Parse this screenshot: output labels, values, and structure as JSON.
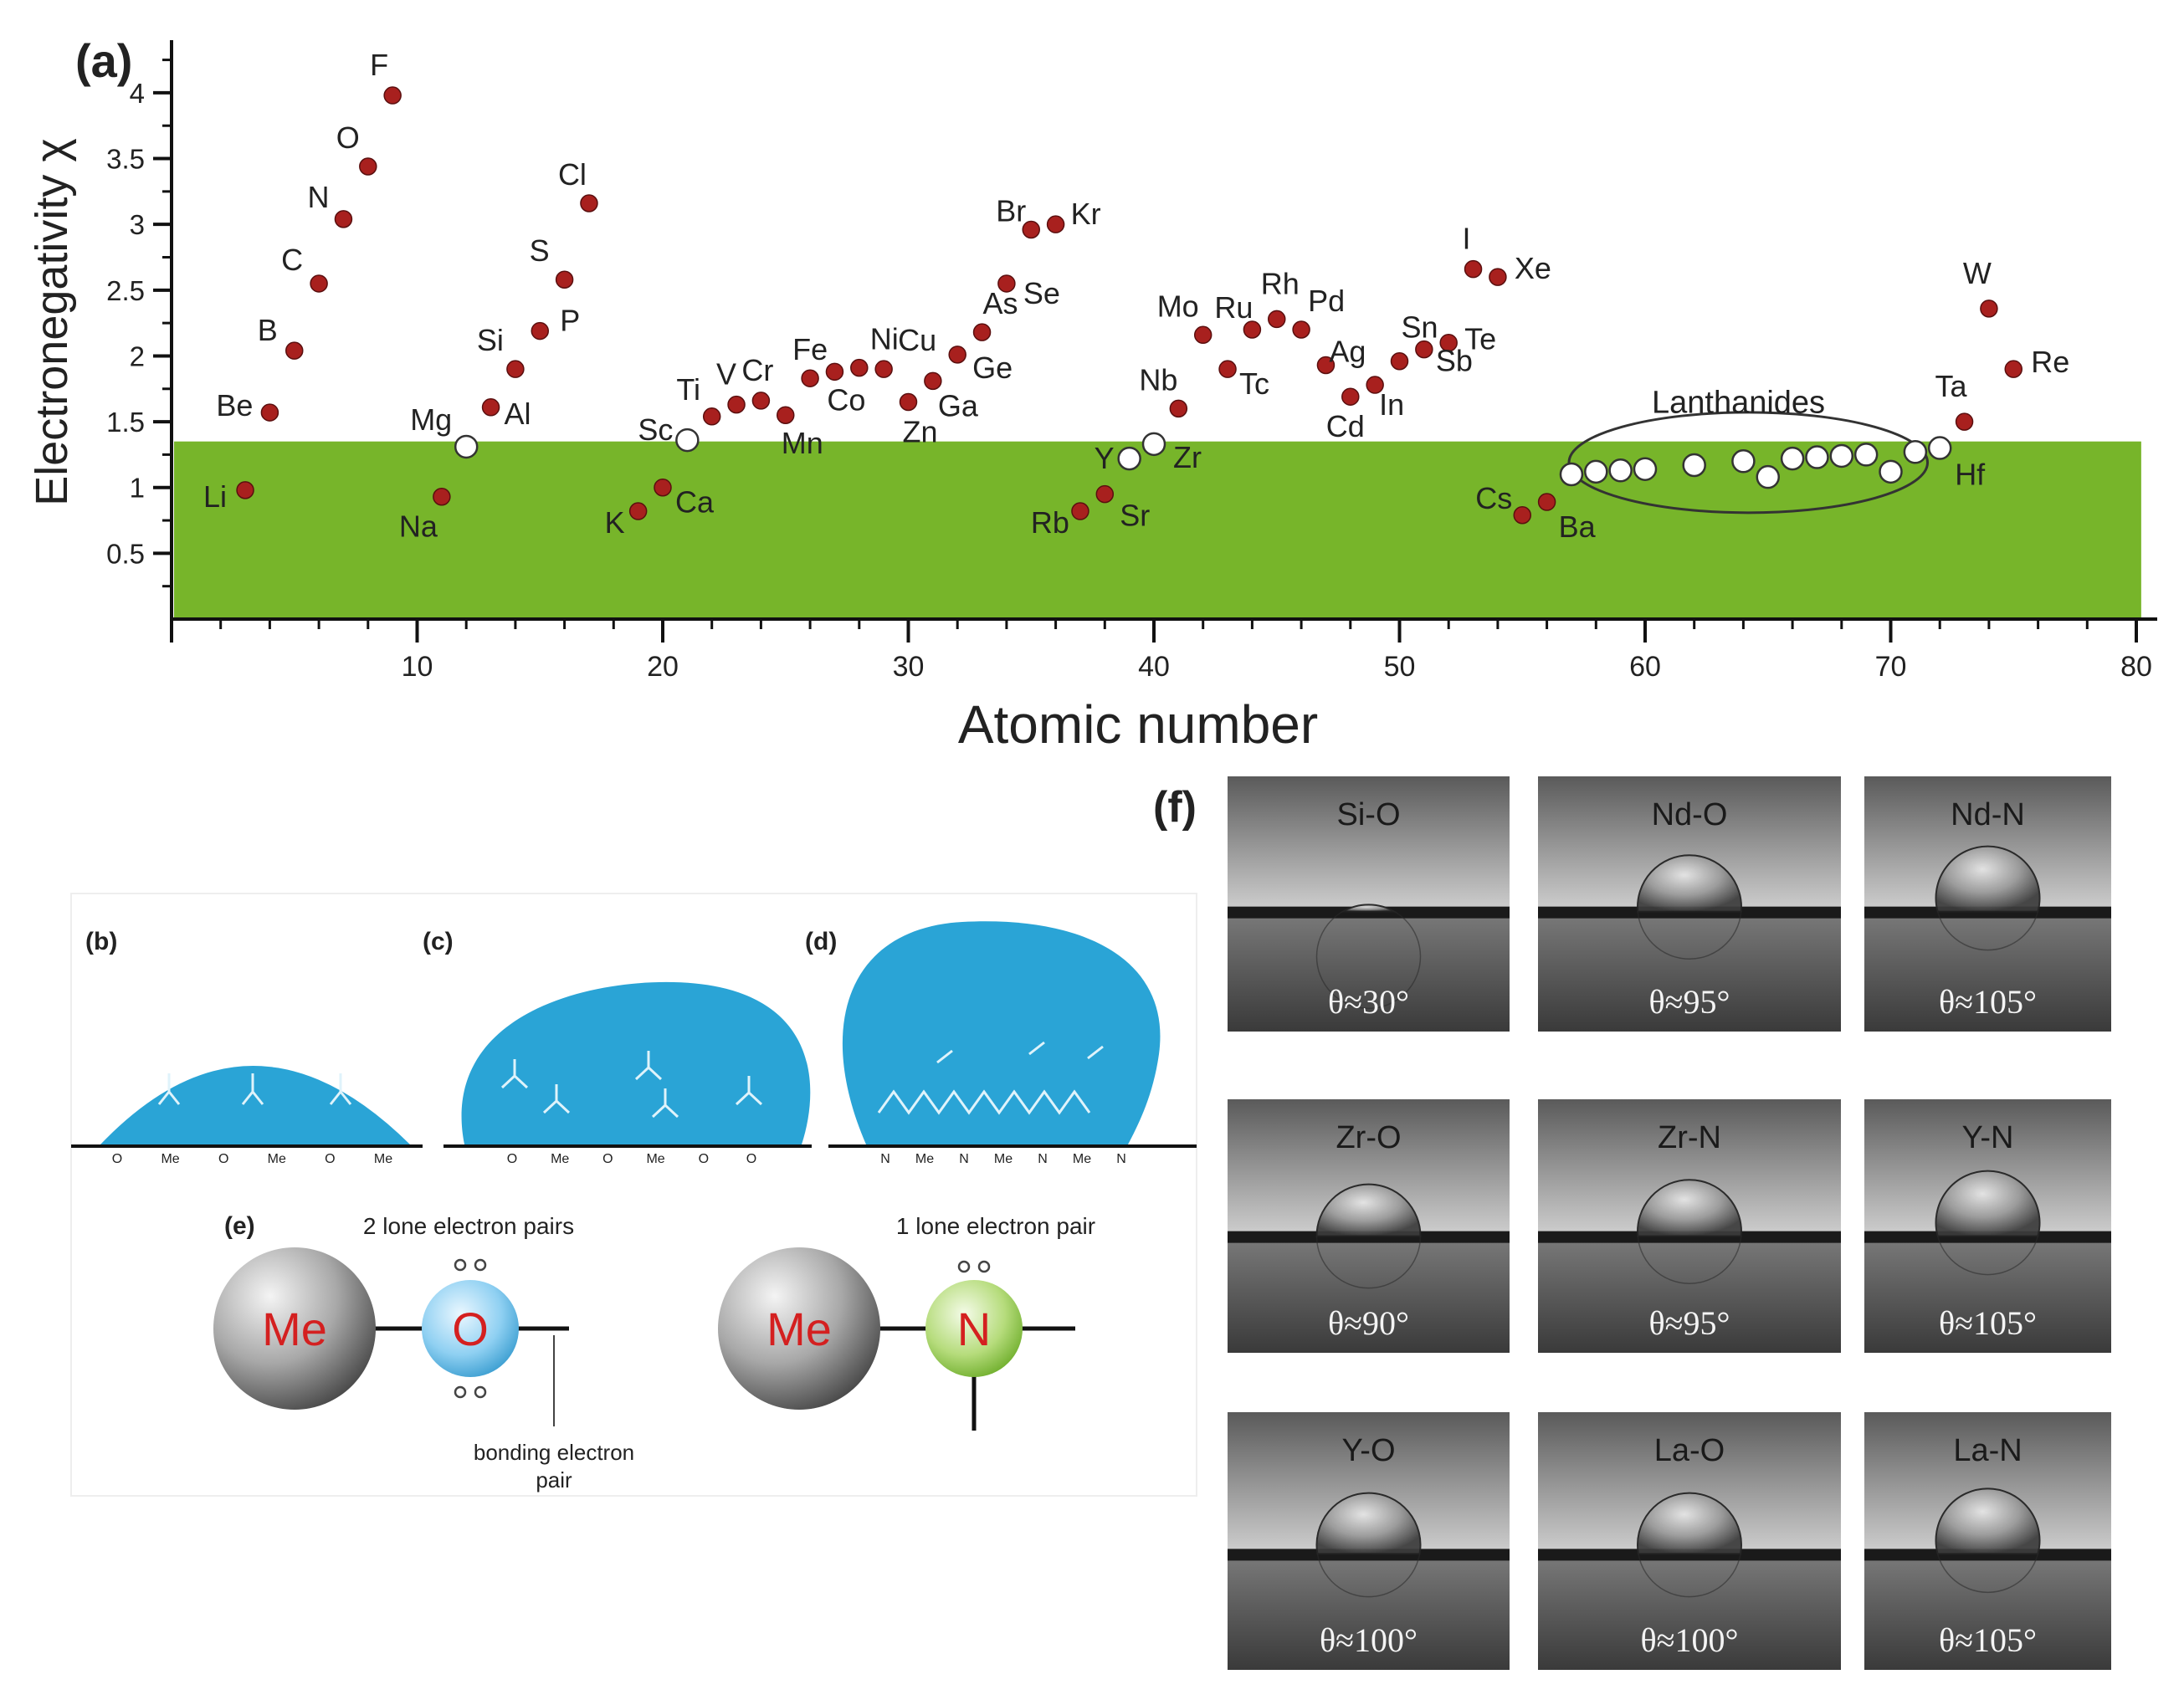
{
  "panel_labels": {
    "a": "(a)",
    "b": "(b)",
    "c": "(c)",
    "d": "(d)",
    "e": "(e)",
    "f": "(f)"
  },
  "chart_data": {
    "type": "scatter",
    "title": "",
    "xlabel": "Atomic number",
    "ylabel": "Electronegativity χ",
    "xlim": [
      0,
      80
    ],
    "ylim": [
      0,
      4.4
    ],
    "x_ticks": [
      10,
      20,
      30,
      40,
      50,
      60,
      70,
      80
    ],
    "y_ticks": [
      0.5,
      1,
      1.5,
      2,
      2.5,
      3,
      3.5,
      4
    ],
    "grid": false,
    "highlight_band": {
      "y_from": 0,
      "y_to": 1.35,
      "color": "#77b52a"
    },
    "group_annotation": "Lanthanides",
    "colors": {
      "filled": "#a8201e",
      "hollow": "#ffffff",
      "band": "#77b52a"
    },
    "points": [
      {
        "el": "Li",
        "x": 3,
        "y": 0.98,
        "hollow": false
      },
      {
        "el": "Be",
        "x": 4,
        "y": 1.57,
        "hollow": false
      },
      {
        "el": "B",
        "x": 5,
        "y": 2.04,
        "hollow": false
      },
      {
        "el": "C",
        "x": 6,
        "y": 2.55,
        "hollow": false
      },
      {
        "el": "N",
        "x": 7,
        "y": 3.04,
        "hollow": false
      },
      {
        "el": "O",
        "x": 8,
        "y": 3.44,
        "hollow": false
      },
      {
        "el": "F",
        "x": 9,
        "y": 3.98,
        "hollow": false
      },
      {
        "el": "Na",
        "x": 11,
        "y": 0.93,
        "hollow": false
      },
      {
        "el": "Mg",
        "x": 12,
        "y": 1.31,
        "hollow": true
      },
      {
        "el": "Al",
        "x": 13,
        "y": 1.61,
        "hollow": false
      },
      {
        "el": "Si",
        "x": 14,
        "y": 1.9,
        "hollow": false
      },
      {
        "el": "P",
        "x": 15,
        "y": 2.19,
        "hollow": false
      },
      {
        "el": "S",
        "x": 16,
        "y": 2.58,
        "hollow": false
      },
      {
        "el": "Cl",
        "x": 17,
        "y": 3.16,
        "hollow": false
      },
      {
        "el": "K",
        "x": 19,
        "y": 0.82,
        "hollow": false
      },
      {
        "el": "Ca",
        "x": 20,
        "y": 1.0,
        "hollow": false
      },
      {
        "el": "Sc",
        "x": 21,
        "y": 1.36,
        "hollow": true
      },
      {
        "el": "Ti",
        "x": 22,
        "y": 1.54,
        "hollow": false
      },
      {
        "el": "V",
        "x": 23,
        "y": 1.63,
        "hollow": false
      },
      {
        "el": "Cr",
        "x": 24,
        "y": 1.66,
        "hollow": false
      },
      {
        "el": "Mn",
        "x": 25,
        "y": 1.55,
        "hollow": false
      },
      {
        "el": "Fe",
        "x": 26,
        "y": 1.83,
        "hollow": false
      },
      {
        "el": "Co",
        "x": 27,
        "y": 1.88,
        "hollow": false
      },
      {
        "el": "Ni",
        "x": 28,
        "y": 1.91,
        "hollow": false
      },
      {
        "el": "Cu",
        "x": 29,
        "y": 1.9,
        "hollow": false
      },
      {
        "el": "Zn",
        "x": 30,
        "y": 1.65,
        "hollow": false
      },
      {
        "el": "Ga",
        "x": 31,
        "y": 1.81,
        "hollow": false
      },
      {
        "el": "Ge",
        "x": 32,
        "y": 2.01,
        "hollow": false
      },
      {
        "el": "As",
        "x": 33,
        "y": 2.18,
        "hollow": false
      },
      {
        "el": "Se",
        "x": 34,
        "y": 2.55,
        "hollow": false
      },
      {
        "el": "Br",
        "x": 35,
        "y": 2.96,
        "hollow": false
      },
      {
        "el": "Kr",
        "x": 36,
        "y": 3.0,
        "hollow": false
      },
      {
        "el": "Rb",
        "x": 37,
        "y": 0.82,
        "hollow": false
      },
      {
        "el": "Sr",
        "x": 38,
        "y": 0.95,
        "hollow": false
      },
      {
        "el": "Y",
        "x": 39,
        "y": 1.22,
        "hollow": true
      },
      {
        "el": "Zr",
        "x": 40,
        "y": 1.33,
        "hollow": true
      },
      {
        "el": "Nb",
        "x": 41,
        "y": 1.6,
        "hollow": false
      },
      {
        "el": "Mo",
        "x": 42,
        "y": 2.16,
        "hollow": false
      },
      {
        "el": "Tc",
        "x": 43,
        "y": 1.9,
        "hollow": false
      },
      {
        "el": "Ru",
        "x": 44,
        "y": 2.2,
        "hollow": false
      },
      {
        "el": "Rh",
        "x": 45,
        "y": 2.28,
        "hollow": false
      },
      {
        "el": "Pd",
        "x": 46,
        "y": 2.2,
        "hollow": false
      },
      {
        "el": "Ag",
        "x": 47,
        "y": 1.93,
        "hollow": false
      },
      {
        "el": "Cd",
        "x": 48,
        "y": 1.69,
        "hollow": false
      },
      {
        "el": "In",
        "x": 49,
        "y": 1.78,
        "hollow": false
      },
      {
        "el": "Sn",
        "x": 50,
        "y": 1.96,
        "hollow": false
      },
      {
        "el": "Sb",
        "x": 51,
        "y": 2.05,
        "hollow": false
      },
      {
        "el": "Te",
        "x": 52,
        "y": 2.1,
        "hollow": false
      },
      {
        "el": "I",
        "x": 53,
        "y": 2.66,
        "hollow": false
      },
      {
        "el": "Xe",
        "x": 54,
        "y": 2.6,
        "hollow": false
      },
      {
        "el": "Cs",
        "x": 55,
        "y": 0.79,
        "hollow": false
      },
      {
        "el": "Ba",
        "x": 56,
        "y": 0.89,
        "hollow": false
      },
      {
        "el": "",
        "x": 57,
        "y": 1.1,
        "hollow": true
      },
      {
        "el": "",
        "x": 58,
        "y": 1.12,
        "hollow": true
      },
      {
        "el": "",
        "x": 59,
        "y": 1.13,
        "hollow": true
      },
      {
        "el": "",
        "x": 60,
        "y": 1.14,
        "hollow": true
      },
      {
        "el": "",
        "x": 62,
        "y": 1.17,
        "hollow": true
      },
      {
        "el": "",
        "x": 64,
        "y": 1.2,
        "hollow": true
      },
      {
        "el": "",
        "x": 65,
        "y": 1.08,
        "hollow": true
      },
      {
        "el": "",
        "x": 66,
        "y": 1.22,
        "hollow": true
      },
      {
        "el": "",
        "x": 67,
        "y": 1.23,
        "hollow": true
      },
      {
        "el": "",
        "x": 68,
        "y": 1.24,
        "hollow": true
      },
      {
        "el": "",
        "x": 69,
        "y": 1.25,
        "hollow": true
      },
      {
        "el": "",
        "x": 70,
        "y": 1.12,
        "hollow": true
      },
      {
        "el": "",
        "x": 71,
        "y": 1.27,
        "hollow": true
      },
      {
        "el": "Hf",
        "x": 72,
        "y": 1.3,
        "hollow": true
      },
      {
        "el": "Ta",
        "x": 73,
        "y": 1.5,
        "hollow": false
      },
      {
        "el": "W",
        "x": 74,
        "y": 2.36,
        "hollow": false
      },
      {
        "el": "Re",
        "x": 75,
        "y": 1.9,
        "hollow": false
      }
    ]
  },
  "diagrams": {
    "substrate_b": [
      "O",
      "Me",
      "O",
      "Me",
      "O",
      "Me"
    ],
    "substrate_c": [
      "O",
      "Me",
      "O",
      "Me",
      "O",
      "O"
    ],
    "substrate_d": [
      "N",
      "Me",
      "N",
      "Me",
      "N",
      "Me",
      "N"
    ],
    "oxide_caption": "2 lone electron pairs",
    "nitride_caption": "1 lone electron pair",
    "bonding_caption_1": "bonding electron",
    "bonding_caption_2": "pair",
    "me_label": "Me",
    "o_label": "O",
    "n_label": "N",
    "water_color": "#2aa4d6"
  },
  "photos": [
    {
      "label": "Si-O",
      "angle": "θ≈30°",
      "contact_angle": 30
    },
    {
      "label": "Nd-O",
      "angle": "θ≈95°",
      "contact_angle": 95
    },
    {
      "label": "Nd-N",
      "angle": "θ≈105°",
      "contact_angle": 105
    },
    {
      "label": "Zr-O",
      "angle": "θ≈90°",
      "contact_angle": 90
    },
    {
      "label": "Zr-N",
      "angle": "θ≈95°",
      "contact_angle": 95
    },
    {
      "label": "Y-N",
      "angle": "θ≈105°",
      "contact_angle": 105
    },
    {
      "label": "Y-O",
      "angle": "θ≈100°",
      "contact_angle": 100
    },
    {
      "label": "La-O",
      "angle": "θ≈100°",
      "contact_angle": 100
    },
    {
      "label": "La-N",
      "angle": "θ≈105°",
      "contact_angle": 105
    }
  ]
}
